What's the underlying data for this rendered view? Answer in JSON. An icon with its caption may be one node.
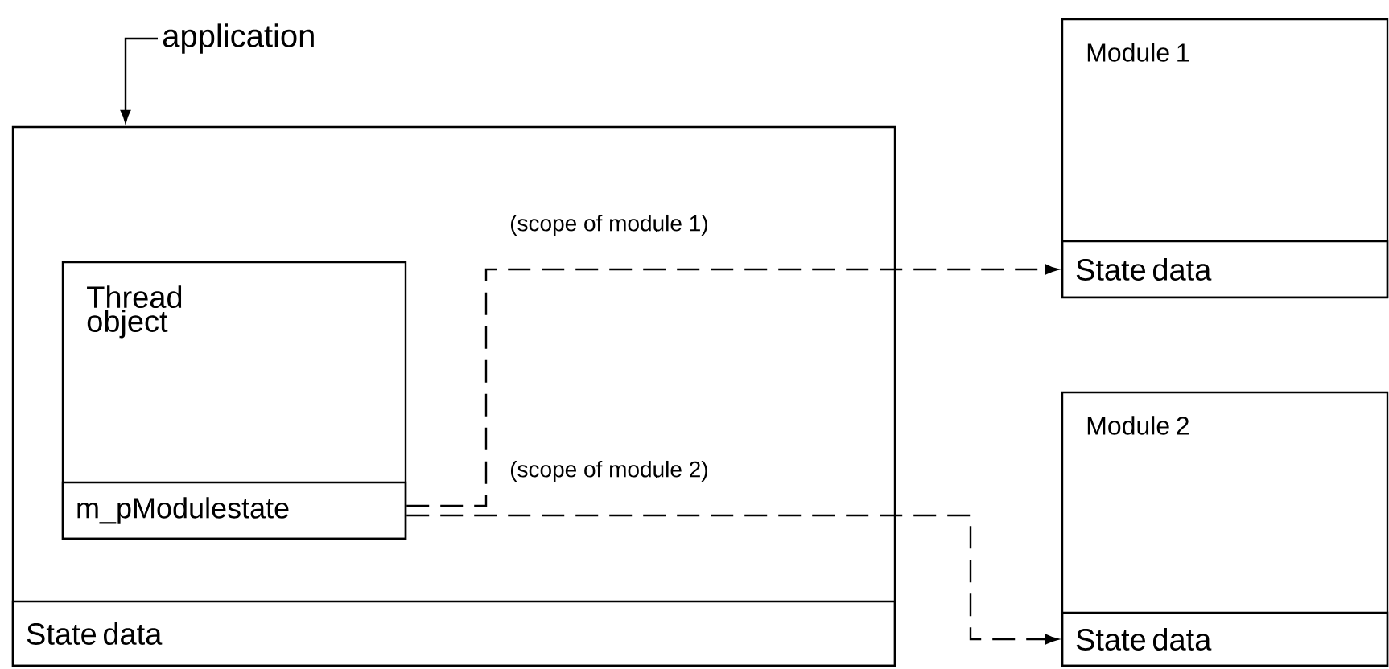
{
  "diagram": {
    "nodes": [
      {
        "text": [
          "application"
        ]
      },
      {
        "text": [],
        "shape": "box"
      },
      {
        "text": [
          "State data"
        ],
        "in": 1
      },
      {
        "text": [
          "Thread object"
        ],
        "in": 1
      },
      {
        "text": [
          "m_pModulestate"
        ],
        "in": 3
      },
      {
        "text": [
          "Module 1"
        ]
      },
      {
        "text": [
          "State data"
        ],
        "in": 5
      },
      {
        "text": [
          "Module 2"
        ]
      },
      {
        "text": [
          "State data"
        ],
        "in": 7
      }
    ],
    "edges": [
      {
        "from": 0,
        "to": 1,
        "arrow": "to"
      },
      {
        "from": 4,
        "to": 6,
        "arrow": "to",
        "style": "dashed",
        "label": "(scope of module 1)"
      },
      {
        "from": 4,
        "to": 8,
        "arrow": "to",
        "style": "dashed",
        "label": "(scope of module 2)"
      }
    ]
  }
}
